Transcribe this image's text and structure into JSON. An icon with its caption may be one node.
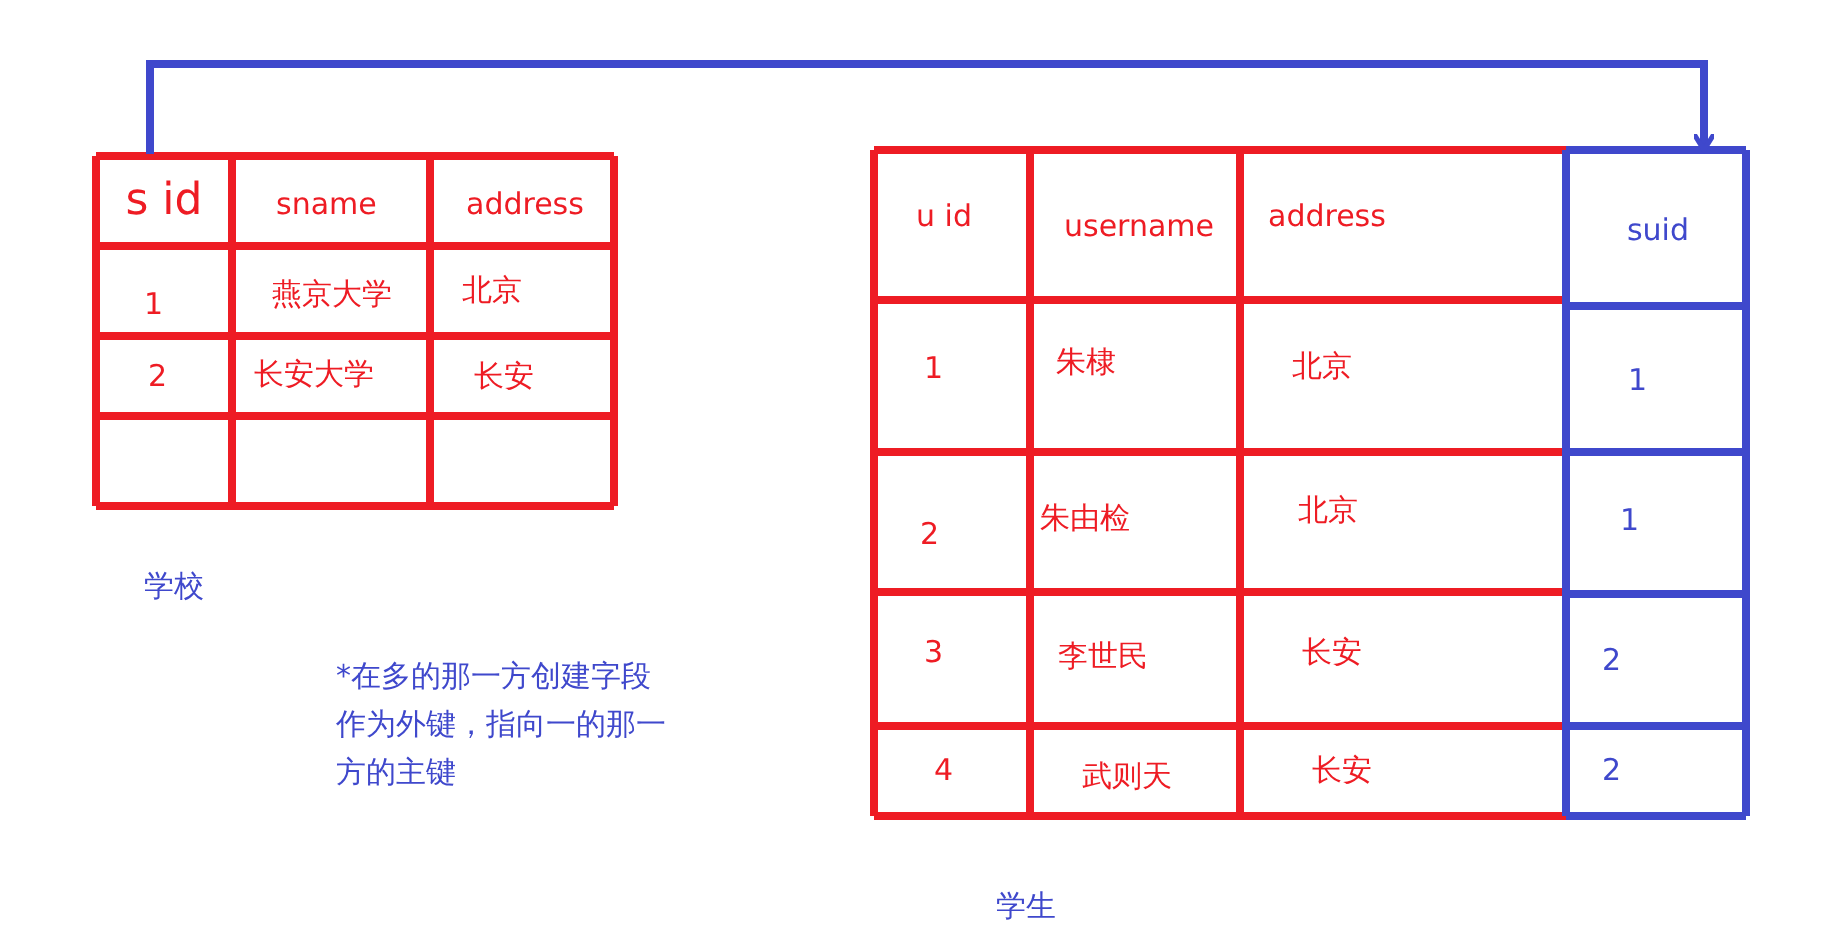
{
  "diagram": {
    "nodes": [
      {
        "text": [
          "s id"
        ]
      },
      {
        "text": [
          "suid"
        ]
      }
    ],
    "edges": [
      {
        "from": 0,
        "to": 1,
        "arrow": "to",
        "color": "#3f48cc"
      }
    ],
    "labels": [
      "sname",
      "address",
      "1",
      "燕京大学",
      "北京",
      "2",
      "长安大学",
      "长安",
      "u id",
      "username",
      "address",
      "1",
      "朱棣",
      "北京",
      "1",
      "2",
      "朱由检",
      "北京",
      "1",
      "3",
      "李世民",
      "长安",
      "2",
      "4",
      "武则天",
      "长安",
      "2",
      "学校",
      "*在多的那一方创建字段作为外键，指向一的那一方的主键",
      "学生"
    ]
  }
}
